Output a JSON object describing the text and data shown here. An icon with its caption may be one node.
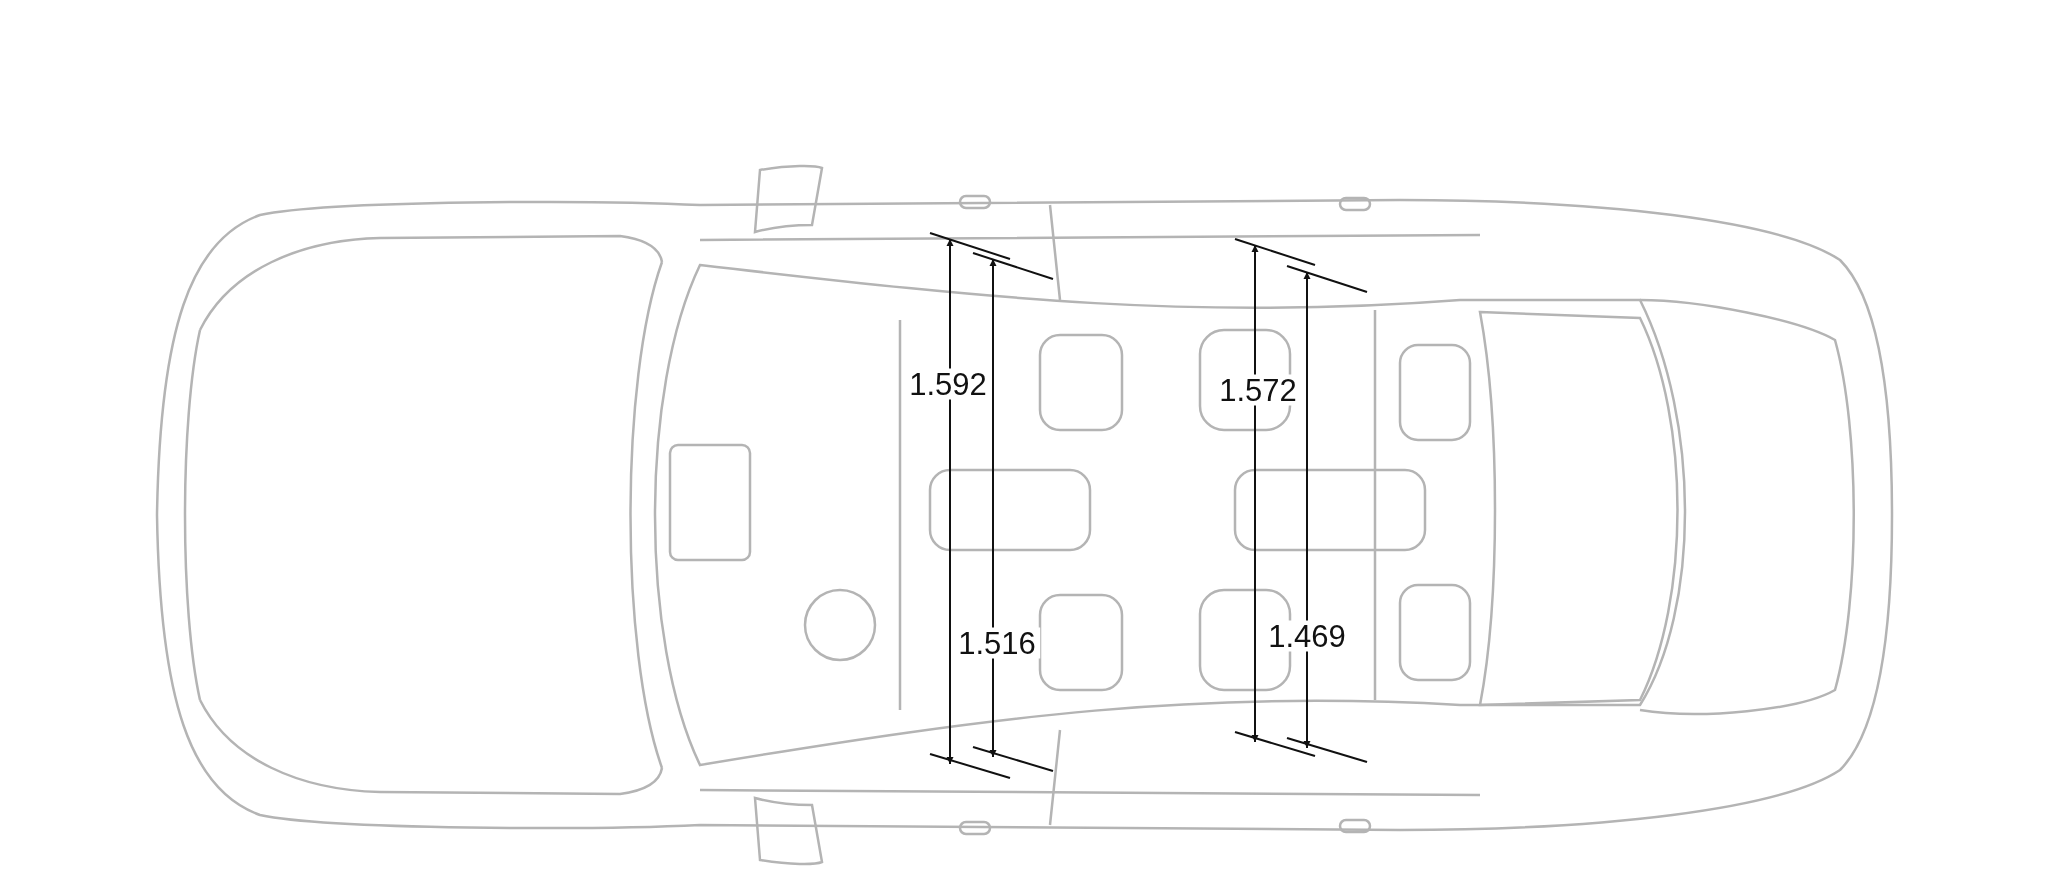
{
  "diagram": {
    "labels": [
      "1.592",
      "1.572",
      "1.516",
      "1.469"
    ]
  }
}
